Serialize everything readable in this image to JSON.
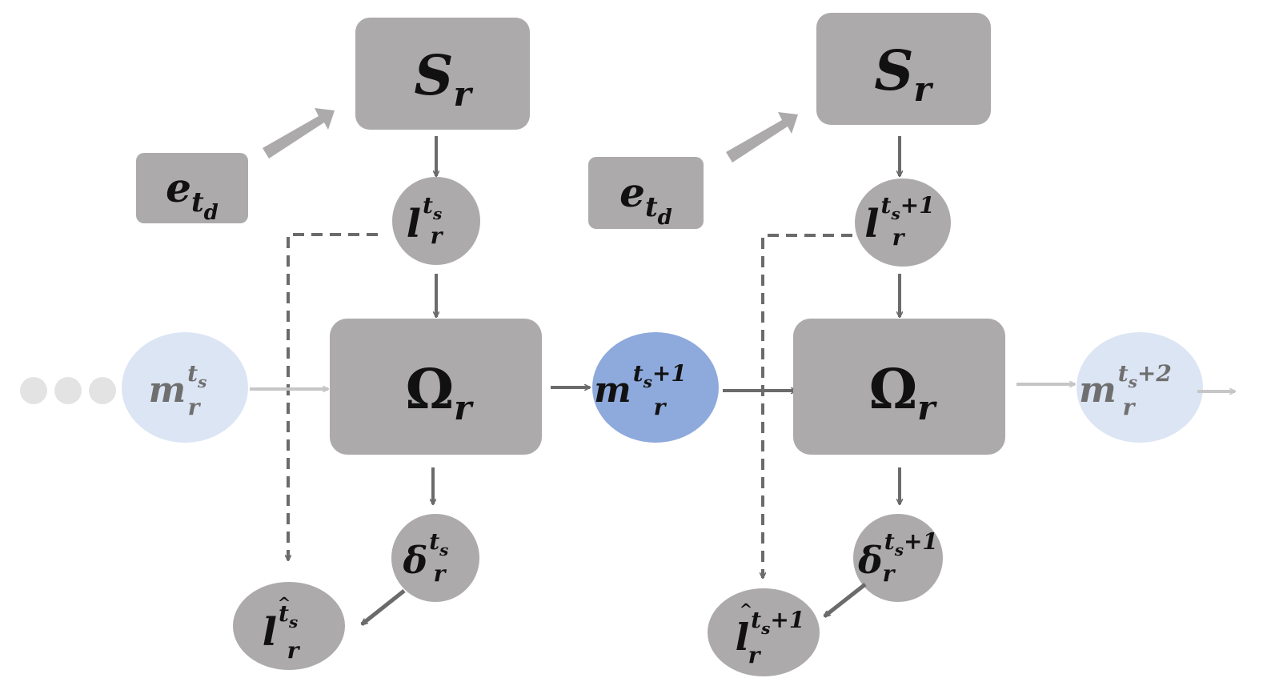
{
  "colors": {
    "box": "#acaaaa",
    "arrow": "#6b6b6b",
    "faded_arrow": "#c6c6c6",
    "faded_node": "#dce5f4",
    "active_node": "#8eaadc",
    "dots": "#e3e3e3"
  },
  "left": {
    "sr": {
      "base": "S",
      "sub": "r"
    },
    "etd": {
      "base": "e",
      "sub": "t",
      "subsub": "d"
    },
    "l": {
      "base": "l",
      "sub": "r",
      "sup": "t",
      "supsub": "s",
      "suptail": ""
    },
    "omega": {
      "base": "Ω",
      "sub": "r"
    },
    "delta": {
      "base": "δ",
      "sub": "r",
      "sup": "t",
      "supsub": "s",
      "suptail": ""
    },
    "lhat": {
      "hat": "^",
      "base": "l",
      "sub": "r",
      "sup": "t",
      "supsub": "s",
      "suptail": ""
    },
    "m_in": {
      "base": "m",
      "sub": "r",
      "sup": "t",
      "supsub": "s",
      "suptail": ""
    }
  },
  "middle": {
    "m": {
      "base": "m",
      "sub": "r",
      "sup": "t",
      "supsub": "s",
      "suptail": "+1"
    }
  },
  "right": {
    "sr": {
      "base": "S",
      "sub": "r"
    },
    "etd": {
      "base": "e",
      "sub": "t",
      "subsub": "d"
    },
    "l": {
      "base": "l",
      "sub": "r",
      "sup": "t",
      "supsub": "s",
      "suptail": "+1"
    },
    "omega": {
      "base": "Ω",
      "sub": "r"
    },
    "delta": {
      "base": "δ",
      "sub": "r",
      "sup": "t",
      "supsub": "s",
      "suptail": "+1"
    },
    "lhat": {
      "hat": "^",
      "base": "l",
      "sub": "r",
      "sup": "t",
      "supsub": "s",
      "suptail": "+1"
    },
    "m_out": {
      "base": "m",
      "sub": "r",
      "sup": "t",
      "supsub": "s",
      "suptail": "+2"
    }
  }
}
